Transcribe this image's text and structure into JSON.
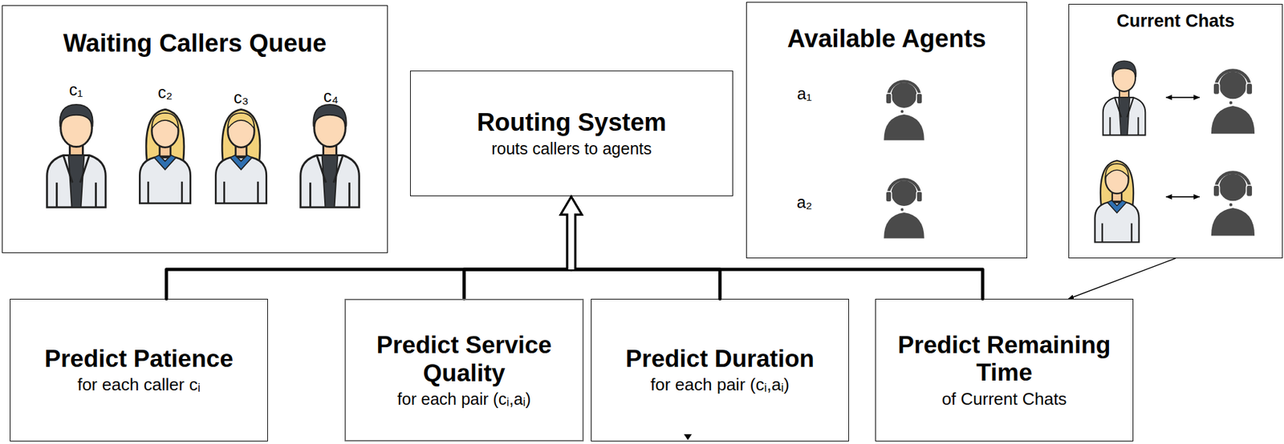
{
  "diagram": {
    "nodes": [
      {
        "text": [
          "Waiting Callers Queue"
        ]
      },
      {
        "text": [
          "Routing System",
          "routs callers to agents"
        ]
      },
      {
        "text": [
          "Available Agents"
        ]
      },
      {
        "text": [
          "Current Chats"
        ]
      },
      {
        "text": [
          "Predict Patience",
          "for each caller cᵢ"
        ]
      },
      {
        "text": [
          "Predict Service Quality",
          "for each pair (cᵢ,aᵢ)"
        ]
      },
      {
        "text": [
          "Predict Duration",
          "for each pair (cᵢ,aᵢ)"
        ]
      },
      {
        "text": [
          "Predict Remaining Time",
          "of Current Chats"
        ]
      }
    ],
    "edges": [
      {
        "from": 4,
        "to": 1,
        "arrow": "to"
      },
      {
        "from": 5,
        "to": 1,
        "arrow": "to"
      },
      {
        "from": 6,
        "to": 1,
        "arrow": "to"
      },
      {
        "from": 7,
        "to": 1,
        "arrow": "to"
      },
      {
        "from": 3,
        "to": 7,
        "arrow": "to"
      }
    ],
    "labels": [
      "c₁",
      "c₂",
      "c₃",
      "c₄",
      "a₁",
      "a₂"
    ]
  }
}
